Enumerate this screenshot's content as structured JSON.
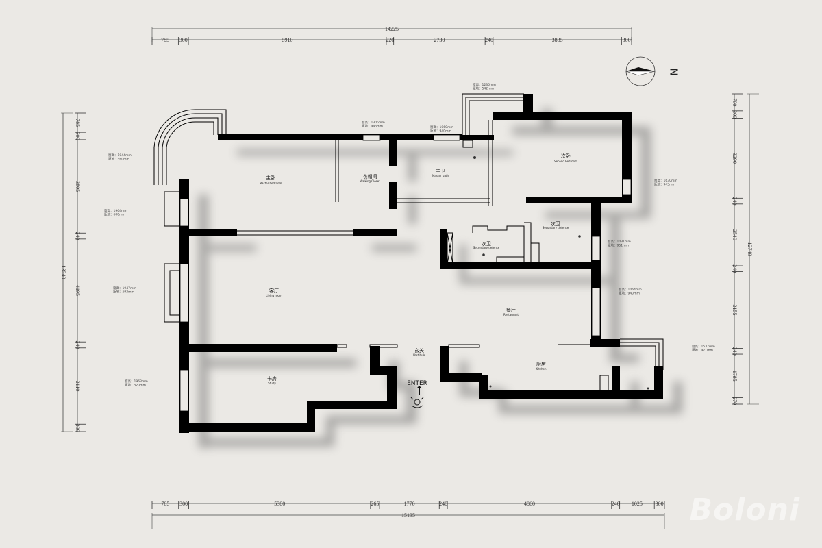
{
  "dimensions": {
    "top_total": "14225",
    "top_segments": [
      "785",
      "300",
      "5910",
      "220",
      "2730",
      "240",
      "3835",
      "300"
    ],
    "bottom_total": "15135",
    "bottom_segments": [
      "785",
      "300",
      "5380",
      "265",
      "1770",
      "240",
      "4860",
      "240",
      "1025",
      "300"
    ],
    "left_total": "13240",
    "left_segments": [
      "785",
      "300",
      "3805",
      "240",
      "4195",
      "240",
      "3110",
      "300"
    ],
    "right_total": "12740",
    "right_segments": [
      "700",
      "300",
      "3290",
      "240",
      "2540",
      "240",
      "3155",
      "240",
      "1785",
      "270"
    ]
  },
  "rooms": {
    "master_bedroom": {
      "cn": "主卧",
      "en": "Master bedroom"
    },
    "walking_closet": {
      "cn": "衣帽间",
      "en": "Walking Closet"
    },
    "master_bath": {
      "cn": "主卫",
      "en": "Master bath"
    },
    "second_bedroom": {
      "cn": "次卧",
      "en": "Second bedroom"
    },
    "secondary_bath_1": {
      "cn": "次卫",
      "en": "Secondary defense"
    },
    "secondary_bath_2": {
      "cn": "次卫",
      "en": "Secondary defense"
    },
    "living_room": {
      "cn": "客厅",
      "en": "Living room"
    },
    "restaurant": {
      "cn": "餐厅",
      "en": "Restaurant"
    },
    "vestibule": {
      "cn": "玄关",
      "en": "Vestibule"
    },
    "kitchen": {
      "cn": "厨房",
      "en": "Kitchen"
    },
    "study": {
      "cn": "书房",
      "en": "Study"
    }
  },
  "entrance_label": "ENTER",
  "north_label": "N",
  "window_notes": [
    {
      "h": "窗高：1305mm",
      "g": "距地：945mm"
    },
    {
      "h": "窗高：1060mm",
      "g": "距地：940mm"
    },
    {
      "h": "窗高：1235mm",
      "g": "距地：542mm"
    },
    {
      "h": "窗高：1044mm",
      "g": "距地：560mm"
    },
    {
      "h": "窗高：1964mm",
      "g": "距地：600mm"
    },
    {
      "h": "窗高：1947mm",
      "g": "距地：593mm"
    },
    {
      "h": "窗高：1963mm",
      "g": "距地：520mm"
    },
    {
      "h": "窗高：1630mm",
      "g": "距地：943mm"
    },
    {
      "h": "窗高：1031mm",
      "g": "距地：951mm"
    },
    {
      "h": "窗高：1064mm",
      "g": "距地：940mm"
    },
    {
      "h": "窗高：1537mm",
      "g": "距地：971mm"
    }
  ],
  "brand": "Boloni",
  "colors": {
    "background": "#ebe9e5",
    "wall": "#000000",
    "dim_line": "#333333",
    "logo": "#f6f5f3"
  }
}
